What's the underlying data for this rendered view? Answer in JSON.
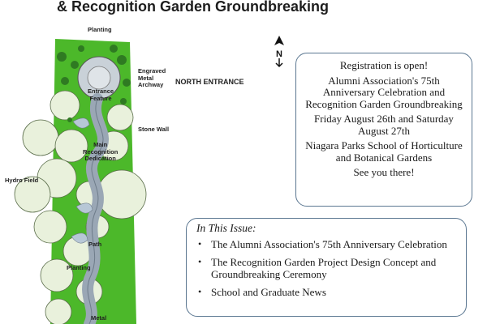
{
  "header": {
    "title": "& Recognition Garden Groundbreaking"
  },
  "plan": {
    "labels": {
      "planting_top": "Planting",
      "engraved": "Engraved\nMetal\nArchway",
      "north_entrance": "NORTH ENTRANCE",
      "entrance_feature": "Entrance\nFeature",
      "stone_wall": "Stone Wall",
      "main_dedication": "Main\nRecognition\nDedication",
      "hydro_field": "Hydro Field",
      "path": "Path",
      "planting_bottom": "Planting",
      "metal": "Metal"
    },
    "north_symbol": "north-arrow-icon"
  },
  "registration": {
    "line1": "Registration is open!",
    "line2": "Alumni Association's 75th Anniversary Celebration and Recognition Garden Groundbreaking",
    "line3": "Friday August 26th and Saturday August 27th",
    "line4": "Niagara Parks School of Horticulture and Botanical Gardens",
    "line5": "See you there!"
  },
  "issue": {
    "title": "In This Issue:",
    "items": [
      "The Alumni Association's 75th Anniversary Celebration",
      "The Recognition Garden Project Design Concept and Groundbreaking Ceremony",
      "School and Graduate News"
    ]
  },
  "colors": {
    "box_border": "#5b7791",
    "grass": "#4cb82a",
    "tree": "#e6efd6",
    "path": "#9aa7b5"
  }
}
